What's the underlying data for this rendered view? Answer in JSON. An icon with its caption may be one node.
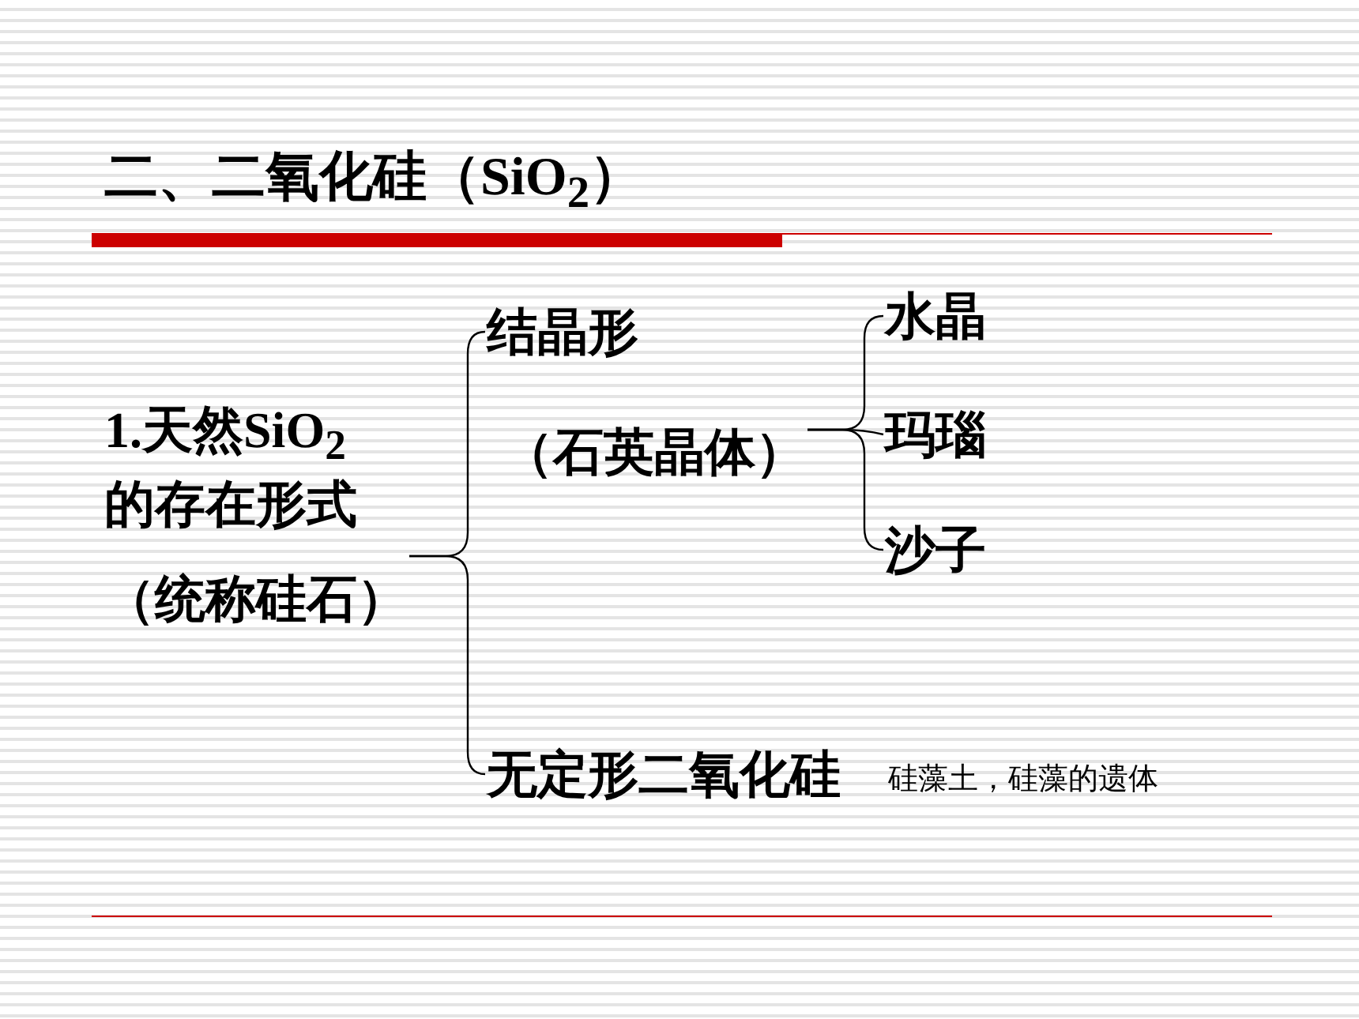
{
  "diagram": {
    "title": "二、二氧化硅（SiO$_{2}$）",
    "nodes": [
      {
        "text": [
          "1.天然SiO$_{2}$的存在形式",
          "（统称硅石）"
        ]
      },
      {
        "text": [
          "结晶形",
          "（石英晶体）"
        ]
      },
      {
        "text": [
          "水晶"
        ]
      },
      {
        "text": [
          "玛瑙"
        ]
      },
      {
        "text": [
          "沙子"
        ]
      },
      {
        "text": [
          "无定形二氧化硅"
        ],
        "beside": [
          "硅藻土，硅藻的遗体"
        ]
      }
    ],
    "edges": [
      {
        "from": 0,
        "to": 1,
        "arrow": "none"
      },
      {
        "from": 0,
        "to": 5,
        "arrow": "none"
      },
      {
        "from": 1,
        "to": 2,
        "arrow": "none"
      },
      {
        "from": 1,
        "to": 3,
        "arrow": "none"
      },
      {
        "from": 1,
        "to": 4,
        "arrow": "none"
      }
    ]
  }
}
